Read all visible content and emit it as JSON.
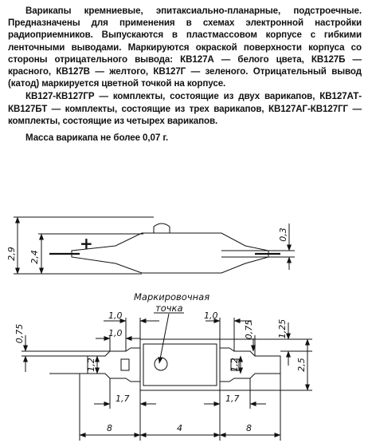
{
  "document": {
    "paragraphs": [
      "Варикапы кремниевые, эпитаксиально-планарные, подстроечные. Предназначены для применения в схемах электронной настройки радиоприемников. Выпускаются в пластмассовом корпусе с гибкими ленточными выводами. Маркируются окраской поверхности корпуса со стороны отрицательного вывода: КВ127А — белого цвета, КВ127Б — красного, КВ127В — желтого, КВ127Г — зеленого. Отрицательный вывод (катод) маркируется цветной точкой на корпусе.",
      "КВ127-КВ127ГР — комплекты, состоящие из двух варикапов, КВ127АТ-КВ127БТ — комплекты, состоящие из трех варикапов, КВ127АГ-КВ127ГГ — комплекты, состоящие из четырех варикапов.",
      "Масса варикапа не более 0,07 г."
    ]
  },
  "side_view": {
    "polarity_mark": "+",
    "dims": {
      "overall_height": "2,9",
      "body_height": "2,4",
      "lead_thickness": "0,3"
    }
  },
  "top_view": {
    "marking_label_line1": "Маркировочная",
    "marking_label_line2": "точка",
    "dims": {
      "lead_pitch_left": "1,0",
      "lead_pitch_right": "1,0",
      "inner_offset_left": "1,0",
      "lead_gap_left": "0,75",
      "lead_gap_right": "0,75",
      "lead_width_left": "1,2",
      "lead_width_right": "1,2",
      "body_step": "1,25",
      "body_width": "2,5",
      "shoulder_left": "1,7",
      "shoulder_right": "1,7",
      "lead_length_left": "8",
      "body_length": "4",
      "lead_length_right": "8"
    }
  }
}
